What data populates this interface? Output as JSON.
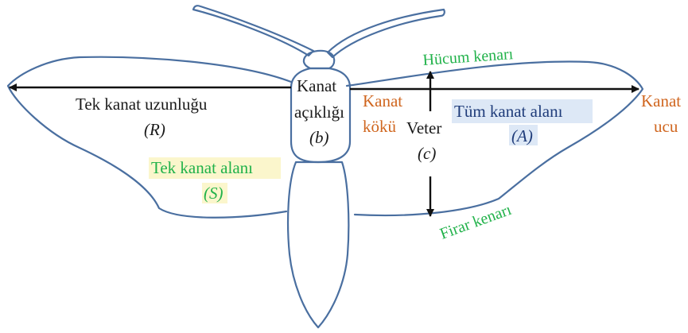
{
  "labels": {
    "tek_kanat_uzunlugu": "Tek kanat uzunluğu",
    "r_symbol": "(R)",
    "kanat": "Kanat",
    "acikligi": "açıklığı",
    "b_symbol": "(b)",
    "kanat_koku_1": "Kanat",
    "kanat_koku_2": "kökü",
    "veter": "Veter",
    "c_symbol": "(c)",
    "tum_kanat_alani": "Tüm kanat alanı",
    "a_symbol": "(A)",
    "kanat_ucu_1": "Kanat",
    "kanat_ucu_2": "ucu",
    "hucum_kenari": "Hücum kenarı",
    "firar_kenari": "Firar kenarı",
    "tek_kanat_alani": "Tek kanat alanı",
    "s_symbol": "(S)"
  },
  "colors": {
    "outline": "#4a6fa0",
    "arrow": "#111111",
    "orange": "#d0661f",
    "green": "#21b24a",
    "navy": "#1f3c7a",
    "highlight_yellow": "#fbf6cc",
    "highlight_blue": "#dde8f6"
  }
}
